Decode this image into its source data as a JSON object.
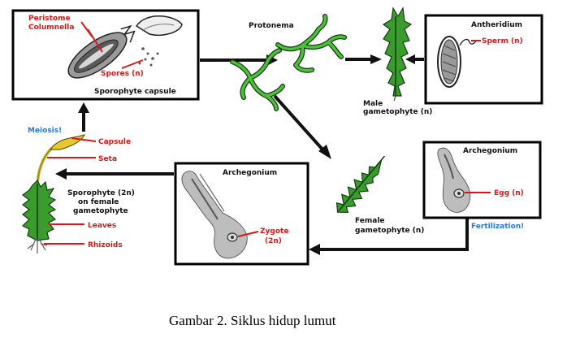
{
  "labels": {
    "peristome": "Peristome",
    "columnella": "Columnella",
    "spores": "Spores (n)",
    "sporophyte_capsule": "Sporophyte capsule",
    "protonema": "Protonema",
    "male_gametophyte_l1": "Male",
    "male_gametophyte_l2": "gametophyte (n)",
    "antheridium": "Antheridium",
    "sperm": "Sperm (n)",
    "meiosis": "Meiosis!",
    "capsule": "Capsule",
    "seta": "Seta",
    "sporophyte_l1": "Sporophyte (2n)",
    "sporophyte_l2": "on female",
    "sporophyte_l3": "gametophyte",
    "leaves": "Leaves",
    "rhizoids": "Rhizoids",
    "archegonium_left": "Archegonium",
    "zygote_l1": "Zygote",
    "zygote_l2": "(2n)",
    "female_gametophyte_l1": "Female",
    "female_gametophyte_l2": "gametophyte (n)",
    "archegonium_right": "Archegonium",
    "egg": "Egg (n)",
    "fertilization": "Fertilization!"
  },
  "caption": "Gambar 2. Siklus hidup lumut",
  "colors": {
    "label_black": "#111111",
    "label_red": "#d81818",
    "label_blue": "#2a78d8",
    "moss_green": "#3a9c2c"
  }
}
